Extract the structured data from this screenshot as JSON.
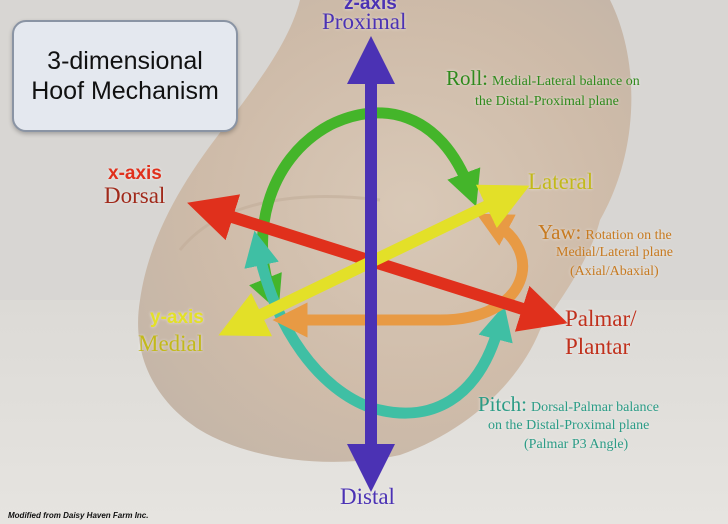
{
  "title": {
    "line1": "3-dimensional",
    "line2": "Hoof Mechanism"
  },
  "axes": {
    "z": {
      "name": "z-axis",
      "top": "Proximal",
      "bottom": "Distal",
      "color": "#4b32b4"
    },
    "x": {
      "name": "x-axis",
      "left": "Dorsal",
      "right_line1": "Palmar/",
      "right_line2": "Plantar",
      "color": "#e0301c"
    },
    "y": {
      "name": "y-axis",
      "left": "Medial",
      "right": "Lateral",
      "color": "#e3e028"
    }
  },
  "rotations": {
    "roll": {
      "name": "Roll:",
      "desc1": "Medial-Lateral balance on",
      "desc2": "the Distal-Proximal plane",
      "color": "#44b52a"
    },
    "yaw": {
      "name": "Yaw:",
      "desc1": "Rotation on the",
      "desc2": "Medial/Lateral plane",
      "desc3": "(Axial/Abaxial)",
      "color": "#e89a44"
    },
    "pitch": {
      "name": "Pitch:",
      "desc1": "Dorsal-Palmar balance",
      "desc2": "on the Distal-Proximal plane",
      "desc3": "(Palmar P3 Angle)",
      "color": "#3fbfa4"
    }
  },
  "credit": "Modified from Daisy Haven Farm Inc."
}
